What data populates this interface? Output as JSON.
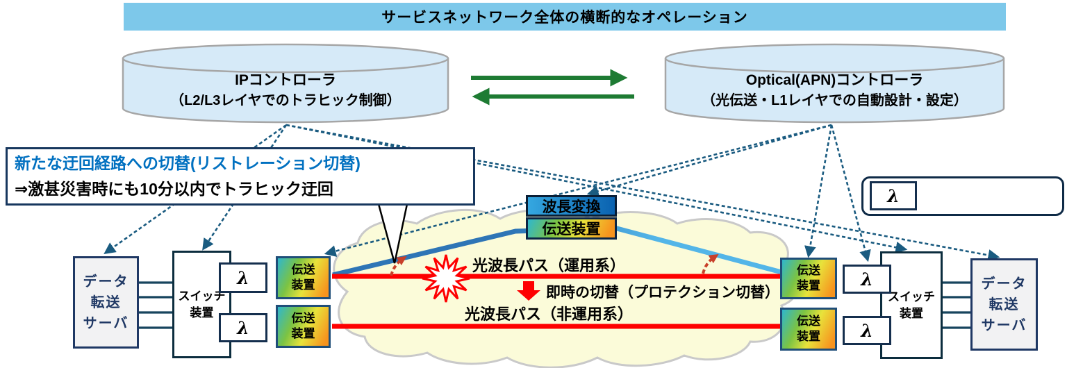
{
  "banner": {
    "title": "サービスネットワーク全体の横断的なオペレーション"
  },
  "controllers": {
    "ip": {
      "title": "IPコントローラ",
      "subtitle": "（L2/L3レイヤでのトラヒック制御）"
    },
    "optical": {
      "title": "Optical(APN)コントローラ",
      "subtitle": "（光伝送・L1レイヤでの自動設計・設定）"
    }
  },
  "callout": {
    "line1": "新たな迂回経路への切替(リストレーション切替)",
    "line2": "⇒激甚災害時にも10分以内でトラヒック迂回"
  },
  "legend": {
    "wavelength_conversion": "波長変換",
    "transmission_device": "伝送装置",
    "lambda": "λ"
  },
  "path_labels": {
    "active": "光波長パス（運用系）",
    "standby": "光波長パス（非運用系）",
    "protection_switch": "即時の切替（プロテクション切替）"
  },
  "devices": {
    "server_lines": [
      "データ",
      "転送",
      "サーバ"
    ],
    "switch_lines": [
      "スイッチ",
      "装置"
    ],
    "transmission_lines": [
      "伝送",
      "装置"
    ],
    "lambda": "λ"
  },
  "colors": {
    "banner_bg": "#7DC8EA",
    "cylinder_fill": "#D6EAF8",
    "green_arrow": "#1E7B33",
    "dashed_link": "#1A5B80",
    "path_red": "#FE0000",
    "blue_path_left": "#2E75B6",
    "blue_path_right": "#53B5E8",
    "cloud_fill": "#FBFBD9",
    "callout_blue_text": "#0070C0",
    "wavelength_gradient": [
      "#35A7E0",
      "#0A62B0"
    ],
    "device_gradient": [
      "#2FB7CE",
      "#7CC343",
      "#E8E33B",
      "#F7941E"
    ]
  }
}
